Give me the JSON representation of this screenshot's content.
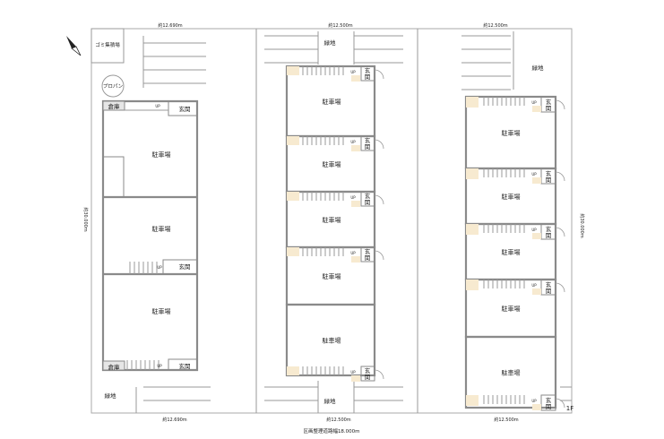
{
  "dimensions": {
    "left_top": "約12.690m",
    "left_bottom": "約12.690m",
    "middle_top": "約12.500m",
    "middle_bottom": "約12.500m",
    "right_top": "約12.500m",
    "right_bottom": "約12.500m",
    "depth_left": "約30.000m",
    "depth_right": "約30.000m"
  },
  "road_label": "区画整理道路幅18.000m",
  "floor_label": "1F",
  "labels": {
    "garbage": "ゴミ集積場",
    "propane": "プロパン",
    "green": "緑地",
    "storage": "倉庫",
    "entrance": "玄関",
    "entrance_v": [
      "玄",
      "関"
    ],
    "parking": "駐車場",
    "up": "UP"
  }
}
